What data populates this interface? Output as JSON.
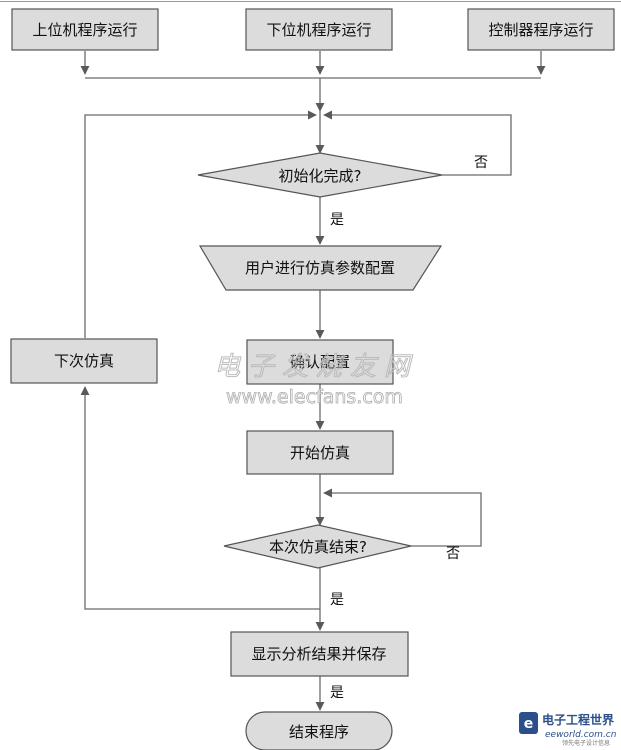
{
  "nodes": {
    "host_run": "上位机程序运行",
    "slave_run": "下位机程序运行",
    "controller_run": "控制器程序运行",
    "init_done": "初始化完成?",
    "user_config": "用户进行仿真参数配置",
    "confirm_config": "确认配置",
    "start_sim": "开始仿真",
    "sim_done": "本次仿真结束?",
    "show_save": "显示分析结果并保存",
    "end_program": "结束程序",
    "next_sim": "下次仿真"
  },
  "edge_labels": {
    "init_no": "否",
    "init_yes": "是",
    "sim_no": "否",
    "sim_yes": "是",
    "save_yes": "是"
  },
  "watermark": {
    "site_cn": "电子发烧友网",
    "url": "www.elecfans.com"
  },
  "logo": {
    "name": "电子工程世界",
    "domain": "eeworld.com.cn",
    "tagline": "领先电子设计信息"
  },
  "colors": {
    "box_fill": "#dcdcdc",
    "box_stroke": "#555555",
    "edge": "#6a6a6a",
    "logo_blue": "#2a4f8a"
  }
}
